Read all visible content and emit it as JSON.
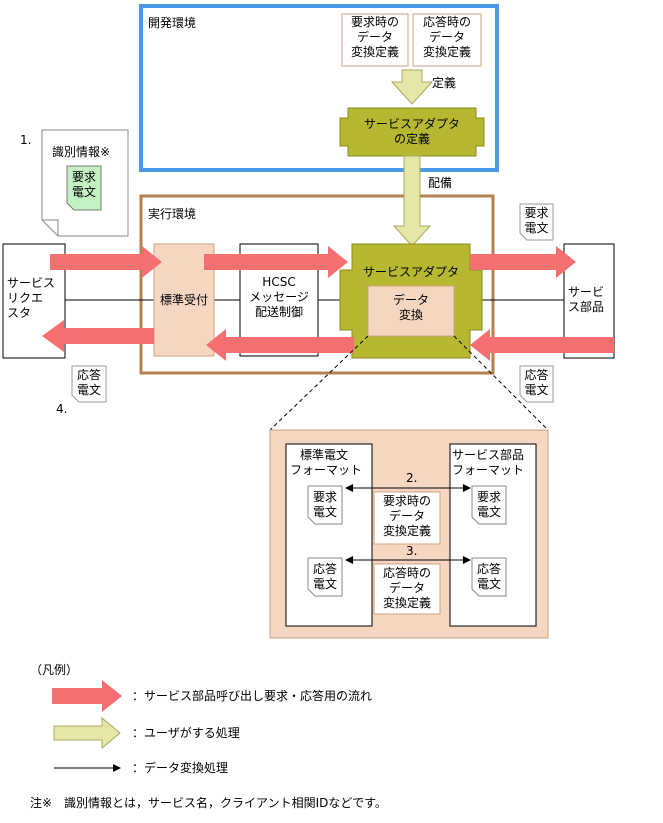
{
  "dev_env": {
    "label": "開発環境"
  },
  "exec_env": {
    "label": "実行環境"
  },
  "defs": {
    "request_conv": [
      "要求時の",
      "データ",
      "変換定義"
    ],
    "response_conv": [
      "応答時の",
      "データ",
      "変換定義"
    ]
  },
  "adapter_def": [
    "サービスアダプタ",
    "の定義"
  ],
  "labels": {
    "define": "定義",
    "deploy": "配備"
  },
  "steps": {
    "s1": "1.",
    "s2": "2.",
    "s3": "3.",
    "s4": "4."
  },
  "ident": {
    "label": "識別情報※"
  },
  "messages": {
    "request": [
      "要求",
      "電文"
    ],
    "response": [
      "応答",
      "電文"
    ]
  },
  "requester": [
    "サービス",
    "リクエ",
    "スタ"
  ],
  "standard_receiver": "標準受付",
  "hcsc": [
    "HCSC",
    "メッセージ",
    "配送制御"
  ],
  "adapter": "サービスアダプタ",
  "data_conv": [
    "データ",
    "変換"
  ],
  "service_part": [
    "サービ",
    "ス部品"
  ],
  "detail": {
    "std_format": [
      "標準電文",
      "フォーマット"
    ],
    "part_format": [
      "サービス部品",
      "フォーマット"
    ]
  },
  "legend": {
    "title": "（凡例）",
    "item1": "：サービス部品呼び出し要求・応答用の流れ",
    "item2": "：ユーザがする処理",
    "item3": "：データ変換処理"
  },
  "note": "注※　識別情報とは，サービス名，クライアント相関IDなどです。",
  "colors": {
    "red_arrow": "#f47070",
    "user_arrow": "#e6e6a8",
    "adapter_fill": "#b5b830",
    "peach": "#f5d6c0",
    "dev_border": "#4c98e8",
    "exec_border": "#b58050",
    "green_doc": "#c4f2c4"
  }
}
